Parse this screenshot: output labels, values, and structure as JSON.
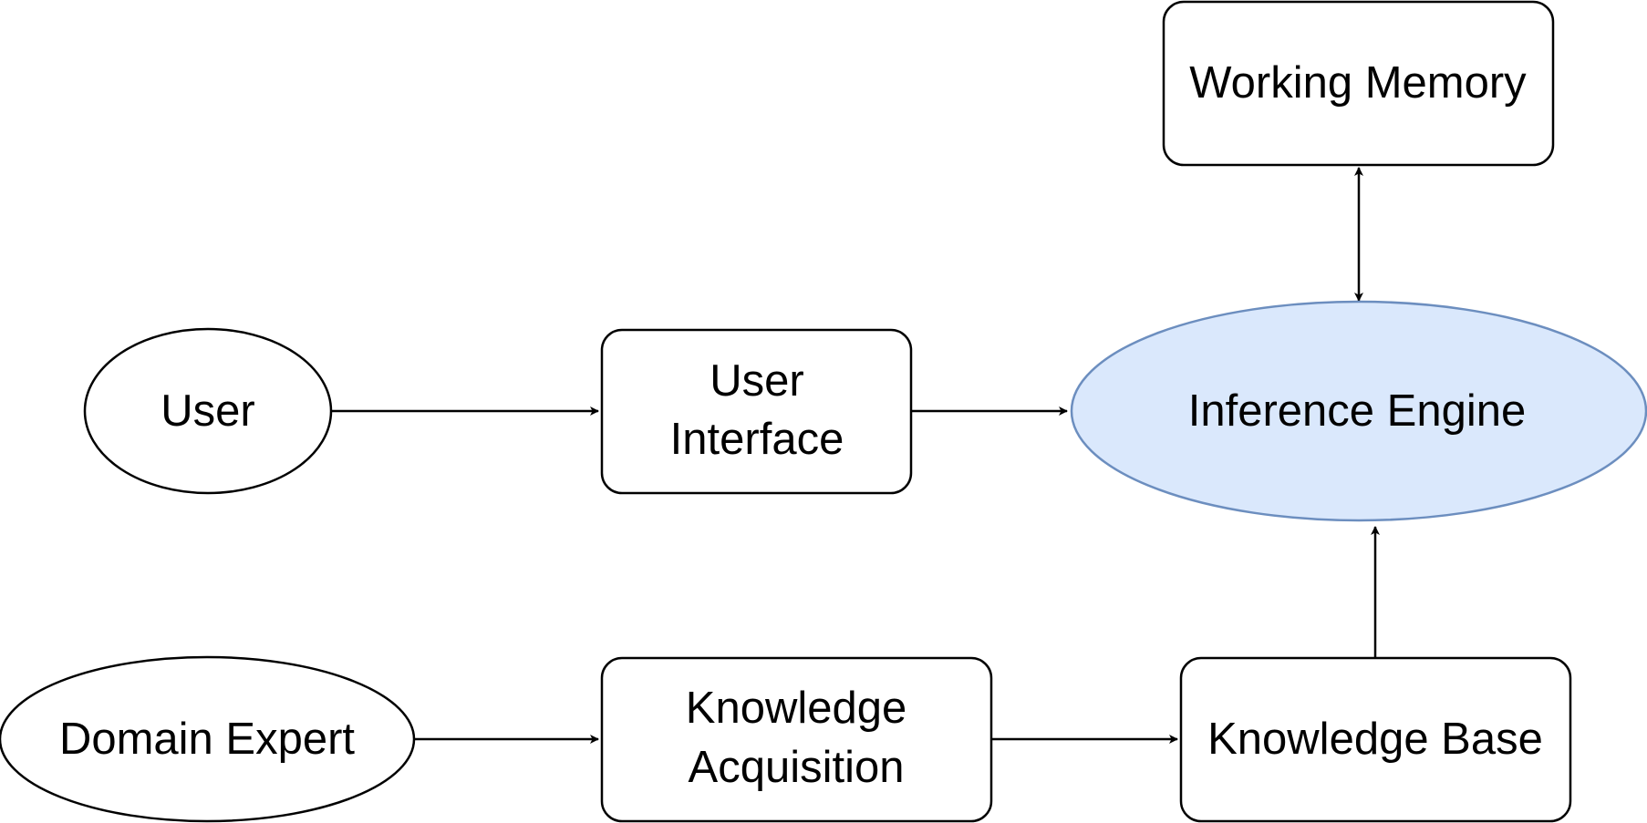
{
  "diagram": {
    "nodes": {
      "working_memory": {
        "label": "Working Memory"
      },
      "user": {
        "label": "User"
      },
      "user_interface": {
        "line1": "User",
        "line2": "Interface"
      },
      "inference_engine": {
        "label": "Inference Engine"
      },
      "domain_expert": {
        "label": "Domain Expert"
      },
      "knowledge_acquisition": {
        "line1": "Knowledge",
        "line2": "Acquisition"
      },
      "knowledge_base": {
        "label": "Knowledge Base"
      }
    },
    "edges": [
      {
        "from": "user",
        "to": "user_interface",
        "direction": "forward"
      },
      {
        "from": "user_interface",
        "to": "inference_engine",
        "direction": "forward"
      },
      {
        "from": "working_memory",
        "to": "inference_engine",
        "direction": "both"
      },
      {
        "from": "domain_expert",
        "to": "knowledge_acquisition",
        "direction": "forward"
      },
      {
        "from": "knowledge_acquisition",
        "to": "knowledge_base",
        "direction": "forward"
      },
      {
        "from": "knowledge_base",
        "to": "inference_engine",
        "direction": "forward"
      }
    ],
    "colors": {
      "accent_fill": "#dae8fc",
      "accent_stroke": "#6c8ebf"
    }
  }
}
